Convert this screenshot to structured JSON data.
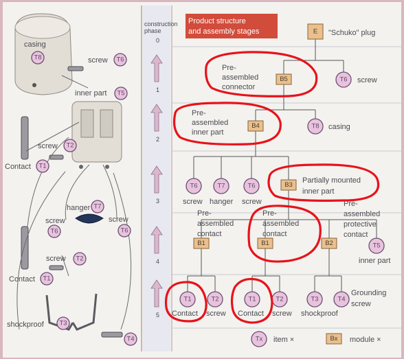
{
  "header": {
    "title_line1": "Product structure",
    "title_line2": "and assembly stages"
  },
  "phase": {
    "heading_line1": "construction",
    "heading_line2": "phase",
    "p0": "0",
    "p1": "1",
    "p2": "2",
    "p3": "3",
    "p4": "4",
    "p5": "5"
  },
  "left": {
    "casing": "casing",
    "screw_t6": "screw",
    "inner_part": "inner part",
    "screw_t2": "screw",
    "contact_t1": "Contact",
    "hanger": "hanger",
    "screw": "screw",
    "shockproof": "shockproof",
    "t1": "T1",
    "t2": "T2",
    "t3": "T3",
    "t4": "T4",
    "t5": "T5",
    "t6": "T6",
    "t7": "T7",
    "t8": "T8"
  },
  "tree": {
    "e": "E",
    "e_label": "\"Schuko\" plug",
    "b5": "B5",
    "b5_line1": "Pre-",
    "b5_line2": "assembled",
    "b5_line3": "connector",
    "b4": "B4",
    "b4_line1": "Pre-",
    "b4_line2": "assembled",
    "b4_line3": "inner part",
    "b3": "B3",
    "b3_line1": "Partially mounted",
    "b3_line2": "inner part",
    "b1": "B1",
    "b1a_line1": "Pre-",
    "b1a_line2": "assembled",
    "b1a_line3": "contact",
    "b1b_line1": "Pre-",
    "b1b_line2": "assembled",
    "b1b_line3": "contact",
    "b2": "B2",
    "b2_line1": "Pre-",
    "b2_line2": "assembled",
    "b2_line3": "protective",
    "b2_line4": "contact",
    "t1": "T1",
    "t2": "T2",
    "t3": "T3",
    "t4": "T4",
    "t5": "T5",
    "t6": "T6",
    "t7": "T7",
    "t8": "T8",
    "screw": "screw",
    "casing": "casing",
    "hanger": "hanger",
    "inner_part": "inner part",
    "contact": "Contact",
    "shockproof": "shockproof",
    "grounding_line1": "Grounding",
    "grounding_line2": "screw"
  },
  "legend": {
    "item_symbol": "Tx",
    "item_label": "item ×",
    "module_symbol": "Bx",
    "module_label": "module ×"
  },
  "colors": {
    "title_box": "#d24c3b",
    "item_node": "#e9c3de",
    "module_box": "#e9c08e",
    "highlight": "#e8121b",
    "frame": "#d8b7be"
  }
}
